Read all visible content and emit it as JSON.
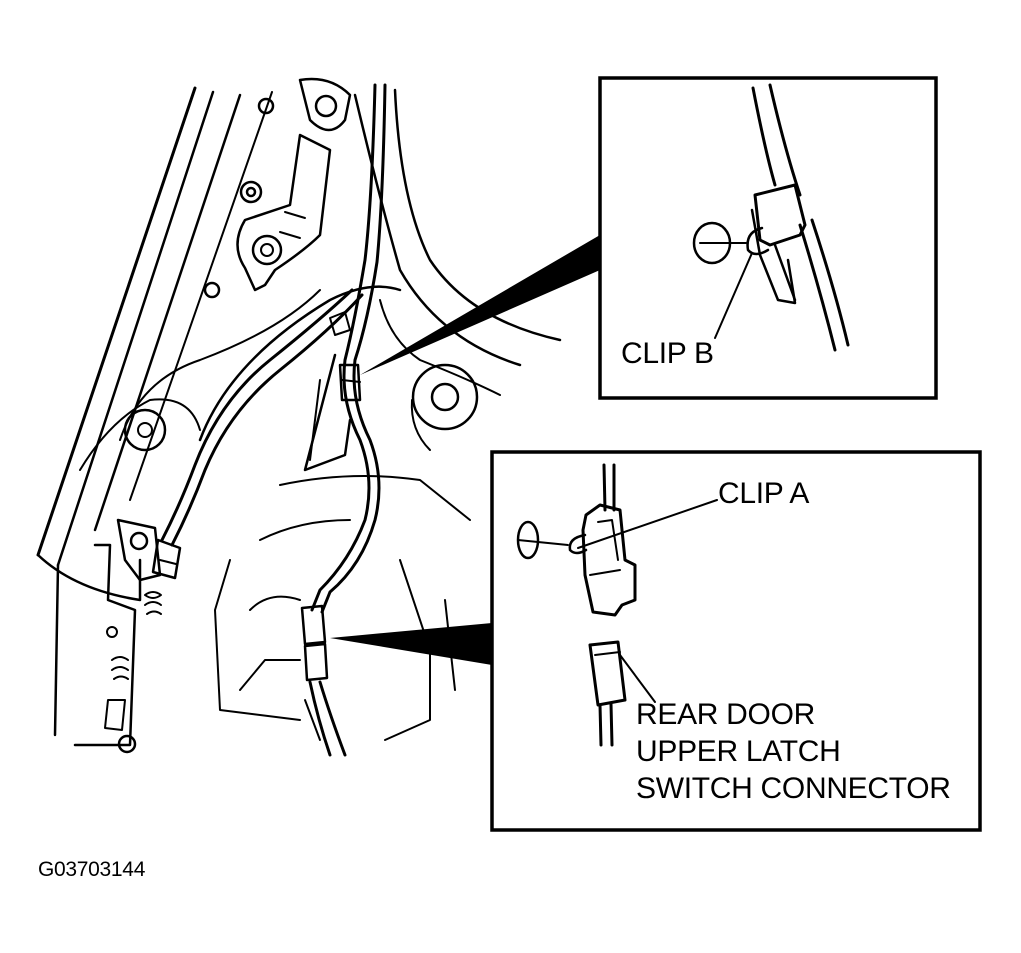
{
  "labels": {
    "clip_b": "CLIP B",
    "clip_a": "CLIP A",
    "connector_line1": "REAR DOOR",
    "connector_line2": "UPPER LATCH",
    "connector_line3": "SWITCH CONNECTOR",
    "figure_code": "G03703144"
  },
  "colors": {
    "ink": "#000000",
    "paper": "#ffffff"
  }
}
